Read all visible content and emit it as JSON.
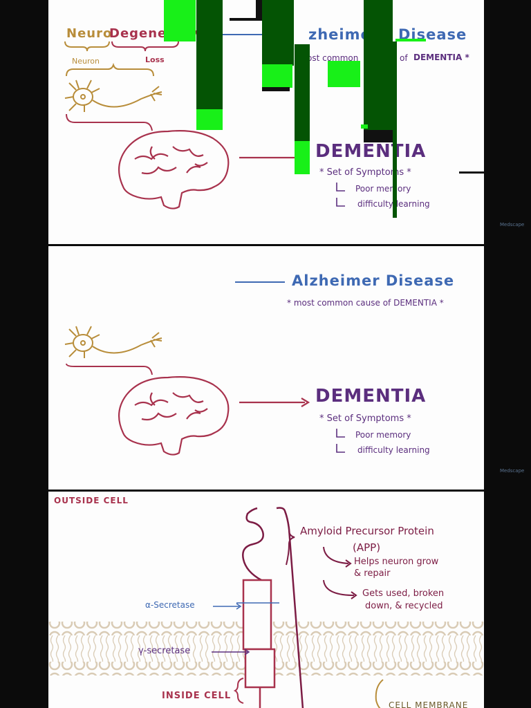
{
  "watermark": "Medscape",
  "panel1": {
    "word_neuro": "Neuro",
    "word_degenerative": "Degenerative",
    "label_neuron": "Neuron",
    "label_loss": "Loss",
    "title_partial": "zheime",
    "title_disease": "Disease",
    "subtitle_partial": "ost common",
    "subtitle_of": "of",
    "subtitle_dementia": "DEMENTIA *",
    "dementia": "DEMENTIA",
    "symptoms": "* Set of Symptoms *",
    "symptom_1": "Poor memory",
    "symptom_2": "difficulty learning"
  },
  "panel2": {
    "title": "Alzheimer   Disease",
    "subtitle": "* most common cause of DEMENTIA *",
    "dementia": "DEMENTIA",
    "symptoms": "* Set of Symptoms *",
    "symptom_1": "Poor memory",
    "symptom_2": "difficulty learning"
  },
  "panel3": {
    "outside_cell": "OUTSIDE CELL",
    "app_title_1": "Amyloid Precursor Protein",
    "app_title_2": "(APP)",
    "app_point_1a": "Helps neuron grow",
    "app_point_1b": "& repair",
    "app_point_2a": "Gets used, broken",
    "app_point_2b": "down, & recycled",
    "alpha_secretase": "α-Secretase",
    "gamma_secretase": "γ-secretase",
    "inside_cell": "INSIDE CELL",
    "cell_membrane": "CELL MEMBRANE"
  },
  "colors": {
    "tan": "#b88d3a",
    "red": "#a8324d",
    "blue": "#3e69b3",
    "purple": "#5b2e7e",
    "maroon": "#7c1c44",
    "membrane": "#d9cbb5",
    "glitch_dark_green": "#045404",
    "glitch_bright_green": "#18f018"
  }
}
